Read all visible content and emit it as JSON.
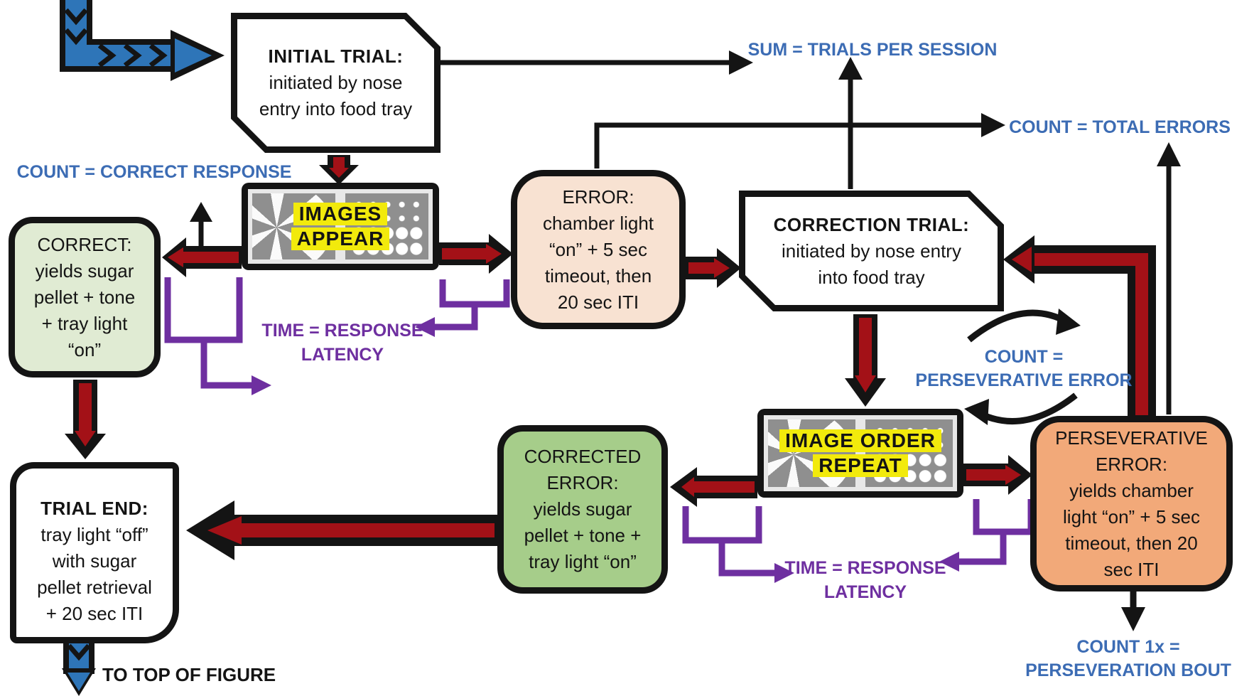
{
  "title": "Trial structure flowchart",
  "colors": {
    "metric_blue": "#3c6cb4",
    "latency_purple": "#6e2fa0",
    "arrow_red": "#a31117",
    "flow_blue": "#2e75b8",
    "correct_green": "#e0ebd3",
    "corrected_green": "#a6cd8a",
    "error_peach": "#f8e2d2",
    "perseverative_orange": "#f2a979",
    "highlight_yellow": "#f2ea0c",
    "outline_black": "#141414"
  },
  "metrics": {
    "count_correct_response": "COUNT = CORRECT RESPONSE",
    "sum_trials_per_session": "SUM = TRIALS PER SESSION",
    "count_total_errors": "COUNT = TOTAL ERRORS",
    "count_perseverative_line1": "COUNT =",
    "count_perseverative_line2": "PERSEVERATIVE ERROR",
    "time_response_line1": "TIME = RESPONSE",
    "time_response_line2": "LATENCY",
    "count_1x_line1": "COUNT 1x =",
    "count_1x_line2": "PERSEVERATION BOUT",
    "to_top_of_figure": "TO TOP OF FIGURE"
  },
  "nodes": {
    "initial_trial": {
      "lines": [
        "INITIAL TRIAL:",
        "initiated by nose",
        "entry into food tray"
      ]
    },
    "correct": {
      "lines": [
        "CORRECT:",
        "yields sugar",
        "pellet + tone",
        "+ tray light",
        "“on”"
      ]
    },
    "error": {
      "lines": [
        "ERROR:",
        "chamber light",
        "“on” + 5 sec",
        "timeout, then",
        "20 sec ITI"
      ]
    },
    "correction_trial": {
      "lines": [
        "CORRECTION TRIAL:",
        "initiated by nose entry",
        "into food tray"
      ]
    },
    "corrected_error": {
      "lines": [
        "CORRECTED",
        "ERROR:",
        "yields sugar",
        "pellet + tone +",
        "tray light “on”"
      ]
    },
    "perseverative_error": {
      "lines": [
        "PERSEVERATIVE",
        "ERROR:",
        "yields chamber",
        "light “on” + 5 sec",
        "timeout, then 20",
        "sec ITI"
      ]
    },
    "trial_end": {
      "lines": [
        "TRIAL END:",
        "tray light “off”",
        "with sugar",
        "pellet retrieval",
        "+ 20 sec ITI"
      ]
    }
  },
  "panels": {
    "images_appear": {
      "lines": [
        "IMAGES",
        "APPEAR"
      ]
    },
    "image_order_repeat": {
      "lines": [
        "IMAGE ORDER",
        "REPEAT"
      ]
    }
  }
}
